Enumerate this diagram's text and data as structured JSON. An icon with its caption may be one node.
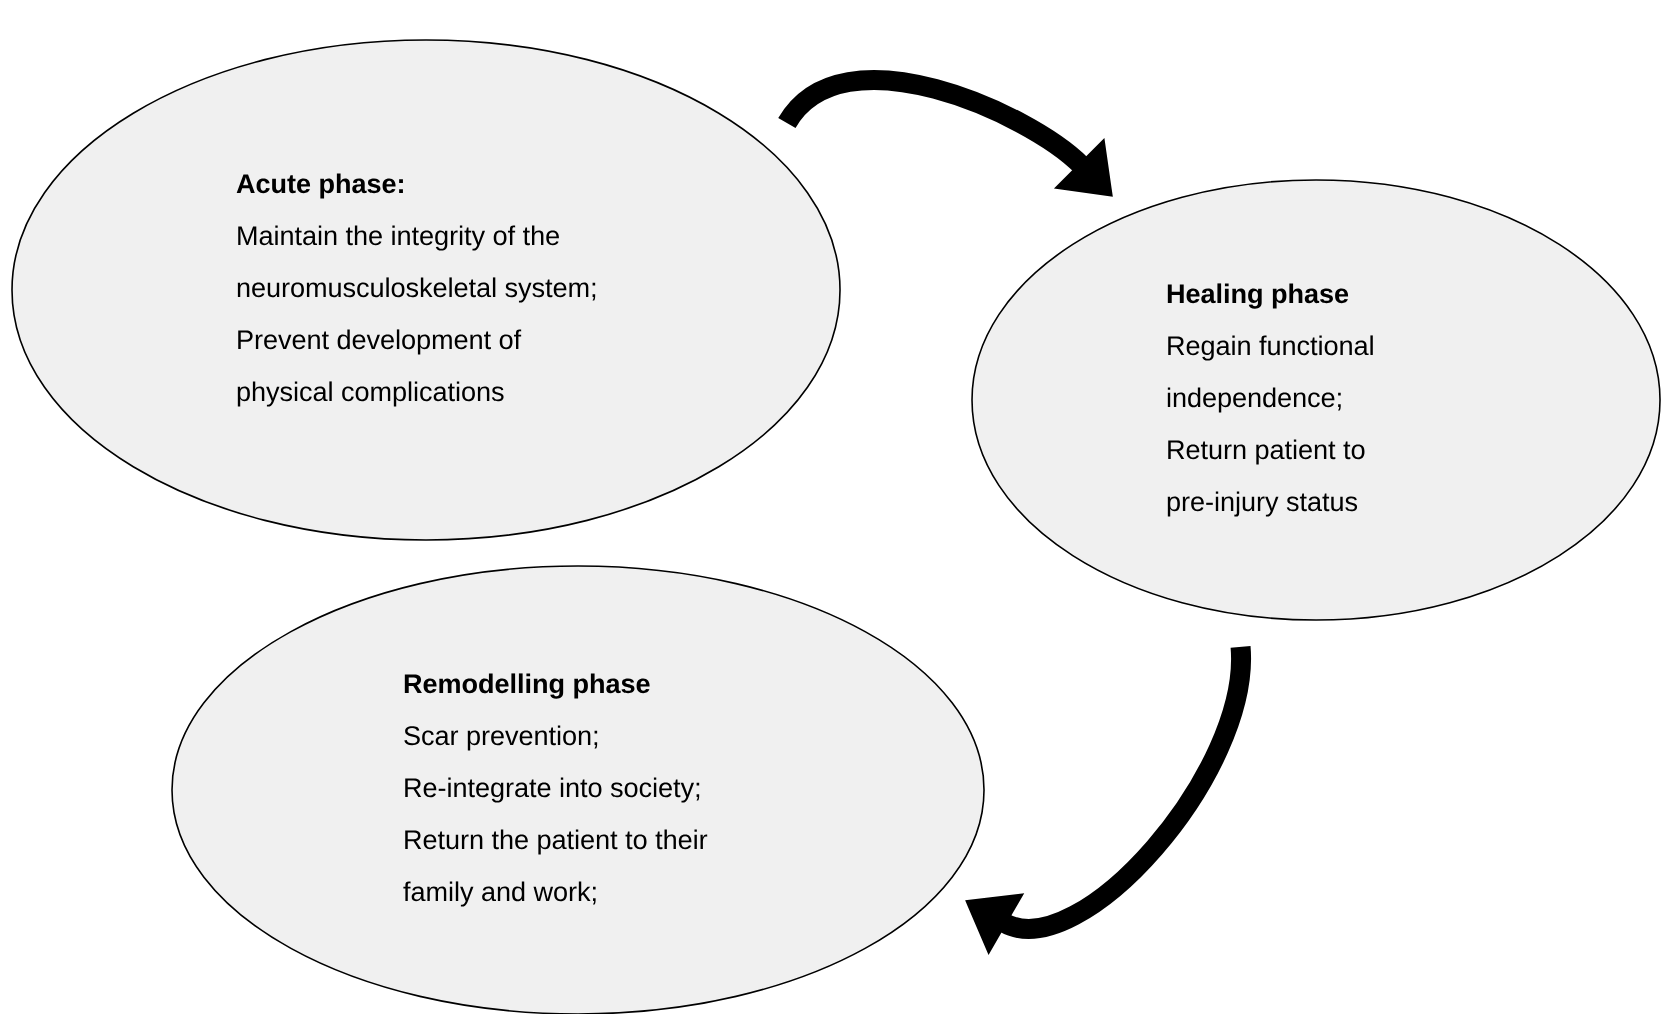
{
  "diagram": {
    "nodes": [
      {
        "text": [
          "Acute phase:",
          "Maintain the integrity of the neuromusculoskeletal system;",
          "Prevent development of physical complications"
        ]
      },
      {
        "text": [
          "Healing phase",
          "Regain functional independence;",
          "Return patient to pre-injury status"
        ]
      },
      {
        "text": [
          "Remodelling phase",
          "Scar prevention;",
          "Re-integrate into society;",
          "Return the patient to their family and work;"
        ]
      }
    ],
    "edges": [
      {
        "from": 0,
        "to": 1,
        "arrow": "to"
      },
      {
        "from": 1,
        "to": 2,
        "arrow": "to"
      }
    ]
  }
}
